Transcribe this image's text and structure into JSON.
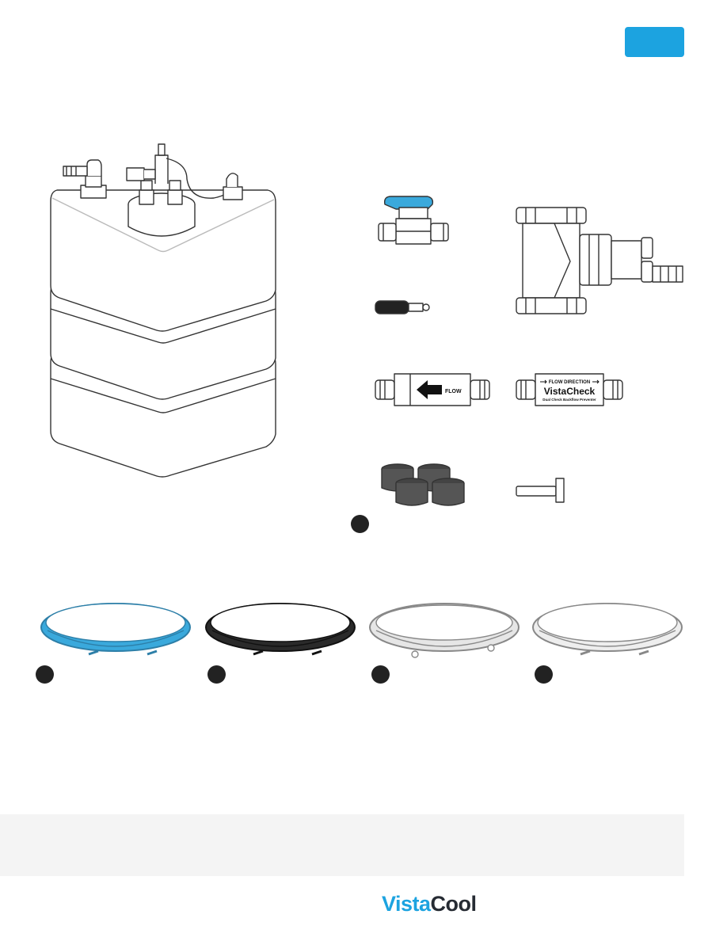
{
  "check_valve": {
    "arrow_label": "FLOW"
  },
  "backflow_preventer": {
    "direction_label": "FLOW DIRECTION",
    "brand": "VistaCheck",
    "subtitle": "Dual Check Backflow Preventer"
  },
  "brand_logo": {
    "part1": "Vista",
    "part2": "Cool"
  },
  "colors": {
    "accent": "#1ca3e0",
    "tube_blue": "#3aa9dc",
    "tube_black": "#2a2a2a",
    "tube_clear": "#e6e6e6",
    "footer_band": "#f4f4f4"
  },
  "icons": [
    "tab-badge",
    "number-dot"
  ]
}
